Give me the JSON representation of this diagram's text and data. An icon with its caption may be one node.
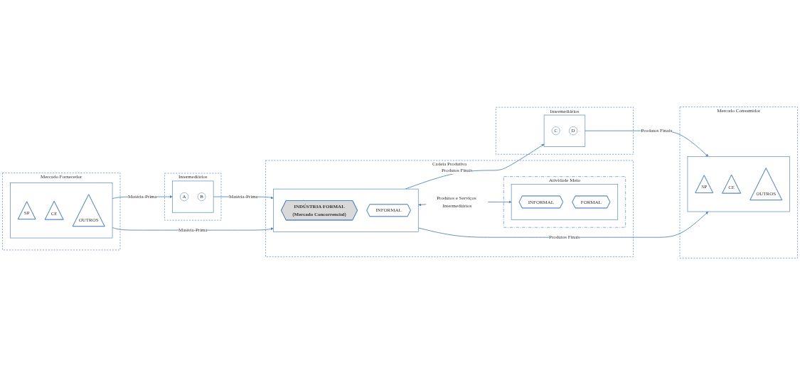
{
  "diagram": {
    "nodes": [
      {
        "text": [
          "Mercado Fornecedor"
        ]
      },
      {
        "text": [],
        "shape": "box",
        "in": 0
      },
      {
        "text": [
          "SP"
        ],
        "in": 1
      },
      {
        "text": [
          "CE"
        ],
        "in": 1
      },
      {
        "text": [
          "OUTROS"
        ],
        "in": 1
      },
      {
        "text": [
          "Intermediários"
        ]
      },
      {
        "text": [],
        "shape": "box",
        "in": 5
      },
      {
        "text": [
          "A"
        ],
        "in": 6
      },
      {
        "text": [
          "B"
        ],
        "in": 6
      },
      {
        "text": [
          "Cadeia Produtiva"
        ]
      },
      {
        "text": [],
        "shape": "box",
        "in": 9
      },
      {
        "text": [
          "INDÚSTRIA FORMAL",
          "(Mercado Concorrencial)"
        ],
        "in": 10
      },
      {
        "text": [
          "INFORMAL"
        ],
        "in": 10
      },
      {
        "text": [
          "Intermediários"
        ]
      },
      {
        "text": [],
        "shape": "box",
        "in": 13
      },
      {
        "text": [
          "C"
        ],
        "in": 14
      },
      {
        "text": [
          "D"
        ],
        "in": 14
      },
      {
        "text": [
          "Mercado Consumidor"
        ]
      },
      {
        "text": [],
        "shape": "box",
        "in": 17
      },
      {
        "text": [
          "SP"
        ],
        "in": 18
      },
      {
        "text": [
          "CE"
        ],
        "in": 18
      },
      {
        "text": [
          "OUTROS"
        ],
        "in": 18
      },
      {
        "text": [
          "Atividade Meio"
        ],
        "in": 9
      },
      {
        "text": [],
        "shape": "box",
        "in": 22
      },
      {
        "text": [
          "INFORMAL"
        ],
        "in": 23
      },
      {
        "text": [
          "FORMAL"
        ],
        "in": 23
      }
    ],
    "edges": [
      {
        "from": 1,
        "to": 6,
        "arrow": "to",
        "label": "Matéria-Prima"
      },
      {
        "from": 6,
        "to": 10,
        "arrow": "to",
        "label": "Matéria-Prima"
      },
      {
        "from": 1,
        "to": 10,
        "arrow": "to",
        "label": "Matéria-Prima"
      },
      {
        "from": 10,
        "to": 14,
        "arrow": "to",
        "label": "Produtos Finais"
      },
      {
        "from": 14,
        "to": 18,
        "arrow": "to",
        "label": "Produtos Finais"
      },
      {
        "from": 10,
        "to": 18,
        "arrow": "to",
        "label": "Produtos Finais"
      },
      {
        "from": 10,
        "to": 23,
        "arrow": "both",
        "label": "Produtos e Serviços Intermediários"
      }
    ]
  }
}
